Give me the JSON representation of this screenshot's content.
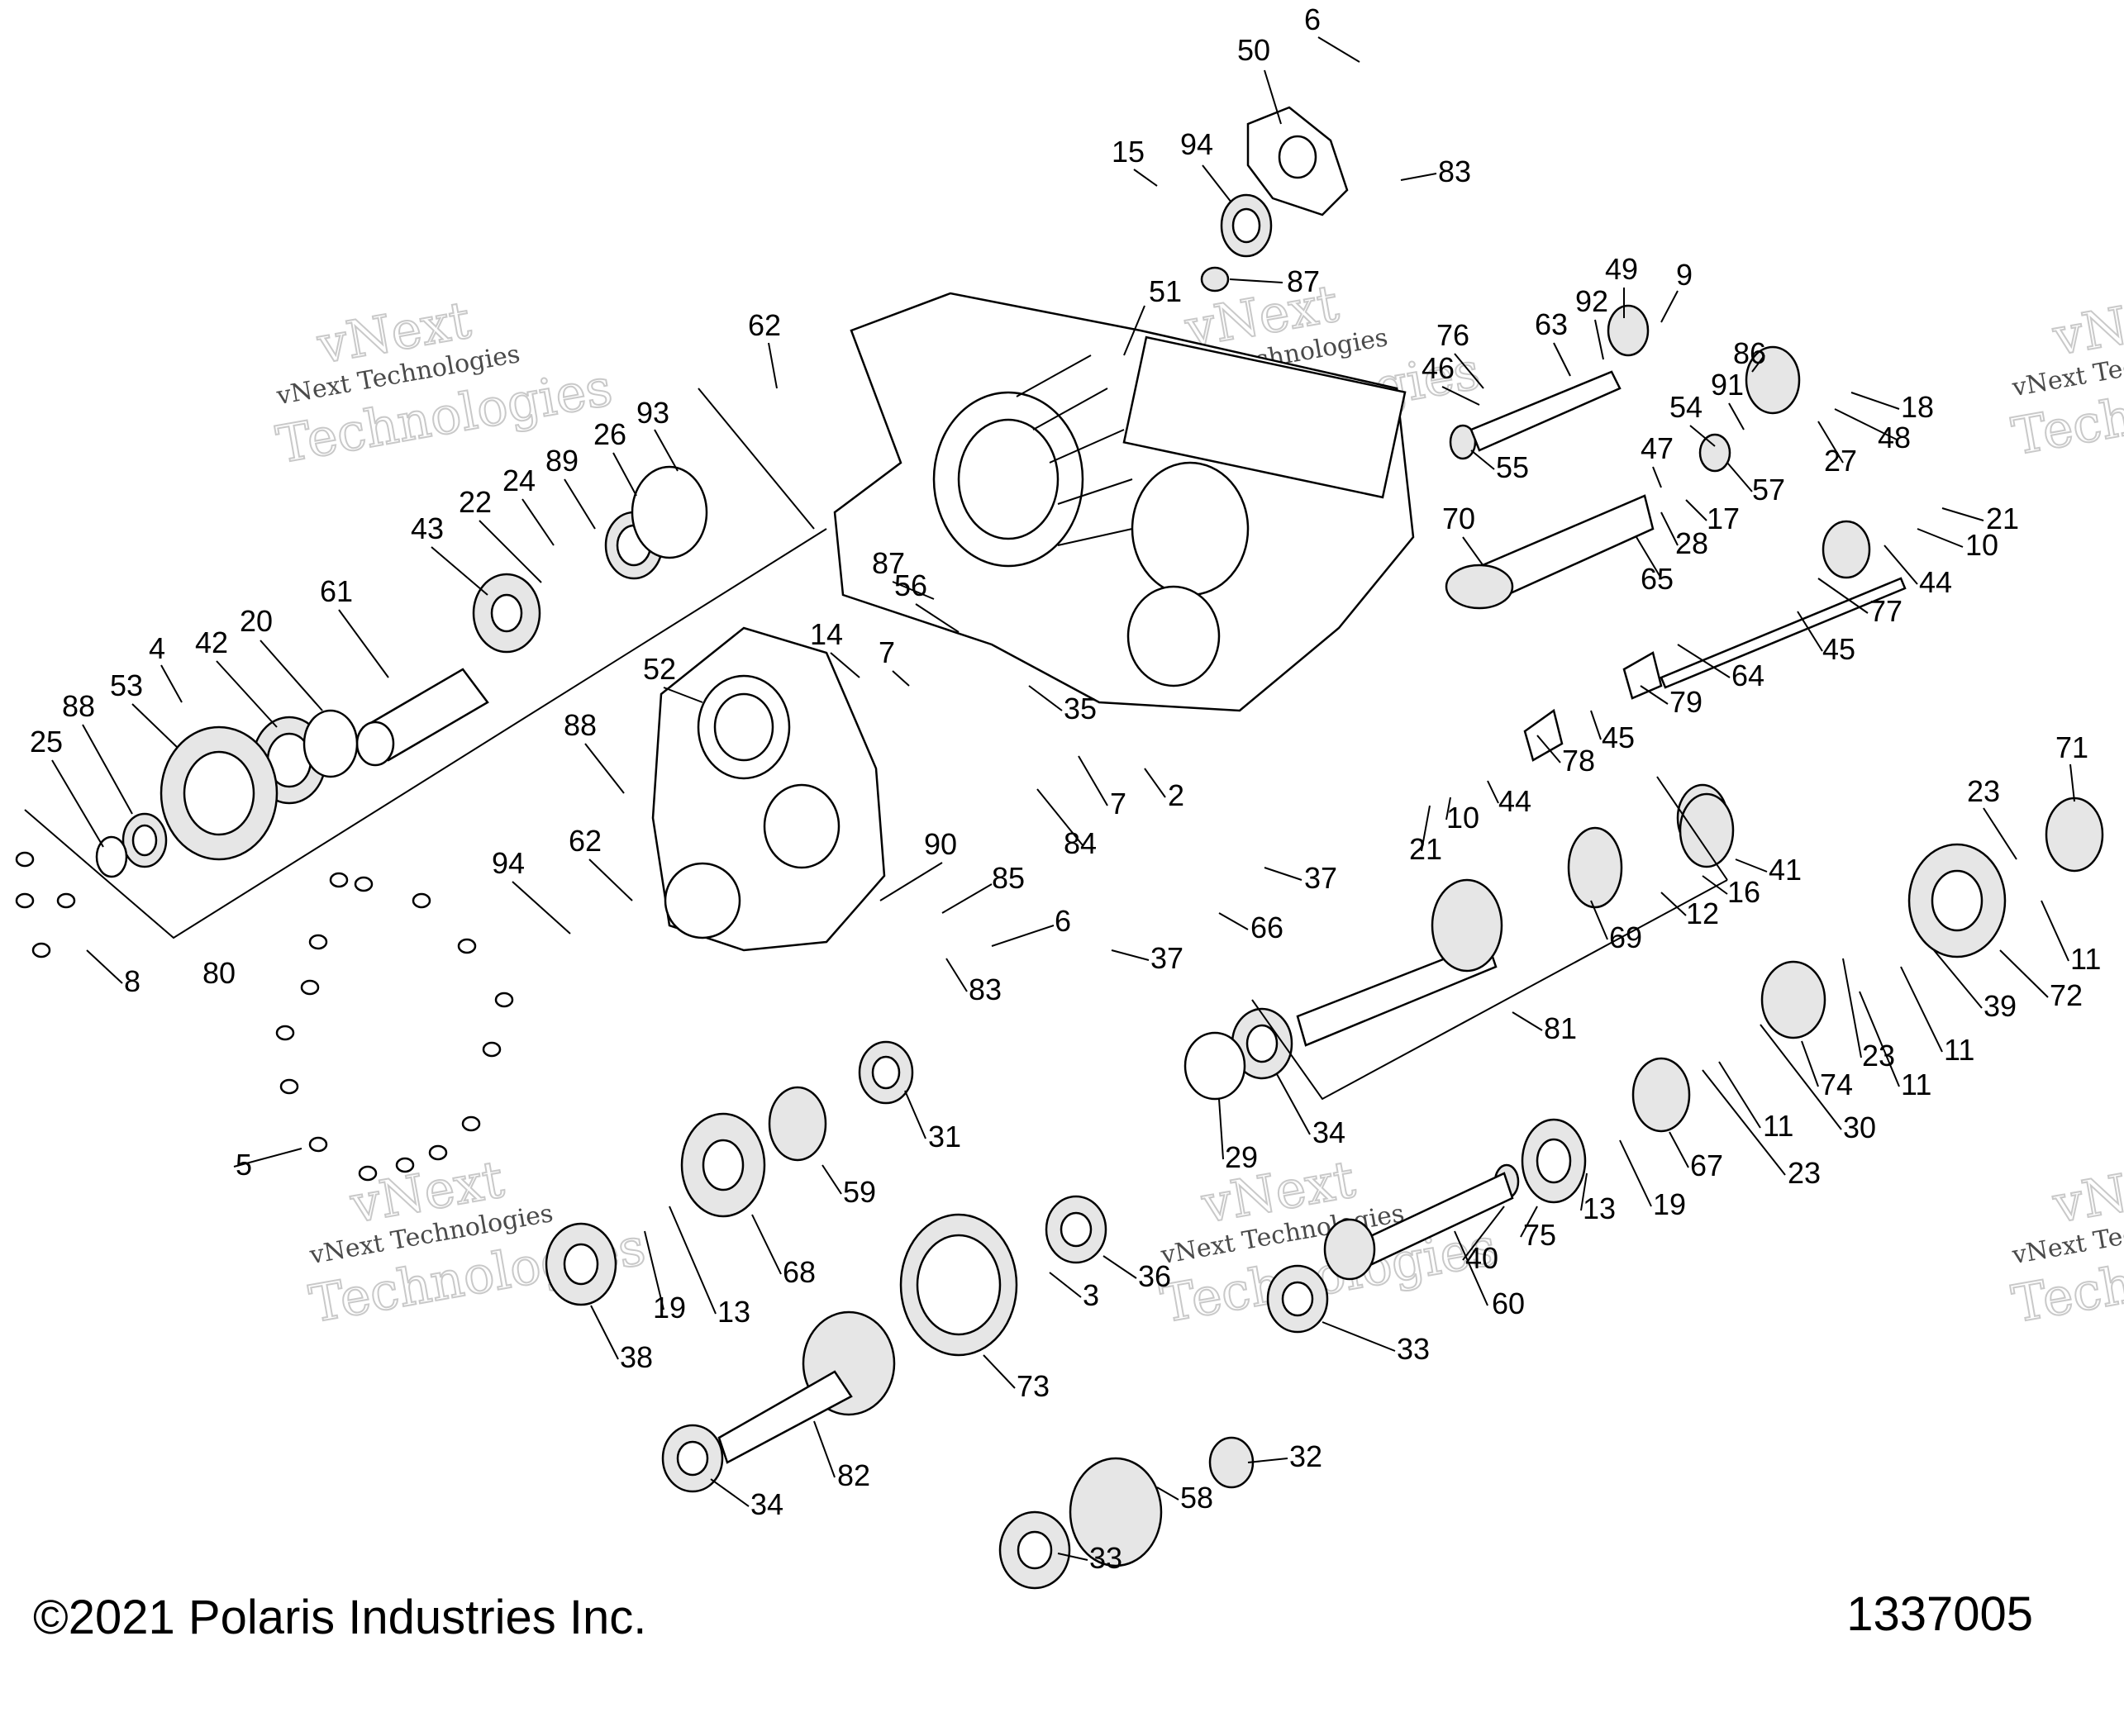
{
  "watermark": {
    "line1": "vNext",
    "line2": "vNext Technologies",
    "line3": "Technologies"
  },
  "footer": {
    "copyright": "©2021 Polaris Industries Inc.",
    "drawing_number": "1337005"
  },
  "callouts": [
    {
      "id": "c6a",
      "label": "6"
    },
    {
      "id": "c50",
      "label": "50"
    },
    {
      "id": "c15",
      "label": "15"
    },
    {
      "id": "c94a",
      "label": "94"
    },
    {
      "id": "c83a",
      "label": "83"
    },
    {
      "id": "c87a",
      "label": "87"
    },
    {
      "id": "c62a",
      "label": "62"
    },
    {
      "id": "c51",
      "label": "51"
    },
    {
      "id": "c93",
      "label": "93"
    },
    {
      "id": "c26",
      "label": "26"
    },
    {
      "id": "c89",
      "label": "89"
    },
    {
      "id": "c24",
      "label": "24"
    },
    {
      "id": "c22",
      "label": "22"
    },
    {
      "id": "c43",
      "label": "43"
    },
    {
      "id": "c61",
      "label": "61"
    },
    {
      "id": "c20",
      "label": "20"
    },
    {
      "id": "c42",
      "label": "42"
    },
    {
      "id": "c4",
      "label": "4"
    },
    {
      "id": "c53",
      "label": "53"
    },
    {
      "id": "c88a",
      "label": "88"
    },
    {
      "id": "c25",
      "label": "25"
    },
    {
      "id": "c87b",
      "label": "87"
    },
    {
      "id": "c56",
      "label": "56"
    },
    {
      "id": "c7a",
      "label": "7"
    },
    {
      "id": "c14",
      "label": "14"
    },
    {
      "id": "c52",
      "label": "52"
    },
    {
      "id": "c35",
      "label": "35"
    },
    {
      "id": "c88b",
      "label": "88"
    },
    {
      "id": "c2",
      "label": "2"
    },
    {
      "id": "c7b",
      "label": "7"
    },
    {
      "id": "c84",
      "label": "84"
    },
    {
      "id": "c62b",
      "label": "62"
    },
    {
      "id": "c94b",
      "label": "94"
    },
    {
      "id": "c90",
      "label": "90"
    },
    {
      "id": "c85",
      "label": "85"
    },
    {
      "id": "c6b",
      "label": "6"
    },
    {
      "id": "c83b",
      "label": "83"
    },
    {
      "id": "c8",
      "label": "8"
    },
    {
      "id": "c80",
      "label": "80"
    },
    {
      "id": "c5",
      "label": "5"
    },
    {
      "id": "c76",
      "label": "76"
    },
    {
      "id": "c46",
      "label": "46"
    },
    {
      "id": "c63",
      "label": "63"
    },
    {
      "id": "c92",
      "label": "92"
    },
    {
      "id": "c49",
      "label": "49"
    },
    {
      "id": "c9",
      "label": "9"
    },
    {
      "id": "c55",
      "label": "55"
    },
    {
      "id": "c86",
      "label": "86"
    },
    {
      "id": "c54",
      "label": "54"
    },
    {
      "id": "c91",
      "label": "91"
    },
    {
      "id": "c18",
      "label": "18"
    },
    {
      "id": "c48",
      "label": "48"
    },
    {
      "id": "c27",
      "label": "27"
    },
    {
      "id": "c57",
      "label": "57"
    },
    {
      "id": "c47",
      "label": "47"
    },
    {
      "id": "c17",
      "label": "17"
    },
    {
      "id": "c28",
      "label": "28"
    },
    {
      "id": "c70",
      "label": "70"
    },
    {
      "id": "c65",
      "label": "65"
    },
    {
      "id": "c21a",
      "label": "21"
    },
    {
      "id": "c10a",
      "label": "10"
    },
    {
      "id": "c44a",
      "label": "44"
    },
    {
      "id": "c77",
      "label": "77"
    },
    {
      "id": "c45a",
      "label": "45"
    },
    {
      "id": "c64",
      "label": "64"
    },
    {
      "id": "c79",
      "label": "79"
    },
    {
      "id": "c45b",
      "label": "45"
    },
    {
      "id": "c78",
      "label": "78"
    },
    {
      "id": "c44b",
      "label": "44"
    },
    {
      "id": "c10b",
      "label": "10"
    },
    {
      "id": "c21b",
      "label": "21"
    },
    {
      "id": "c37a",
      "label": "37"
    },
    {
      "id": "c66",
      "label": "66"
    },
    {
      "id": "c37b",
      "label": "37"
    },
    {
      "id": "c41",
      "label": "41"
    },
    {
      "id": "c16",
      "label": "16"
    },
    {
      "id": "c12",
      "label": "12"
    },
    {
      "id": "c69",
      "label": "69"
    },
    {
      "id": "c81",
      "label": "81"
    },
    {
      "id": "c34a",
      "label": "34"
    },
    {
      "id": "c29",
      "label": "29"
    },
    {
      "id": "c71",
      "label": "71"
    },
    {
      "id": "c23a",
      "label": "23"
    },
    {
      "id": "c11a",
      "label": "11"
    },
    {
      "id": "c72",
      "label": "72"
    },
    {
      "id": "c39",
      "label": "39"
    },
    {
      "id": "c11b",
      "label": "11"
    },
    {
      "id": "c23b",
      "label": "23"
    },
    {
      "id": "c74",
      "label": "74"
    },
    {
      "id": "c11c",
      "label": "11"
    },
    {
      "id": "c30",
      "label": "30"
    },
    {
      "id": "c11d",
      "label": "11"
    },
    {
      "id": "c67",
      "label": "67"
    },
    {
      "id": "c23c",
      "label": "23"
    },
    {
      "id": "c19a",
      "label": "19"
    },
    {
      "id": "c13a",
      "label": "13"
    },
    {
      "id": "c75",
      "label": "75"
    },
    {
      "id": "c40",
      "label": "40"
    },
    {
      "id": "c60",
      "label": "60"
    },
    {
      "id": "c33a",
      "label": "33"
    },
    {
      "id": "c31",
      "label": "31"
    },
    {
      "id": "c59",
      "label": "59"
    },
    {
      "id": "c68",
      "label": "68"
    },
    {
      "id": "c13b",
      "label": "13"
    },
    {
      "id": "c19b",
      "label": "19"
    },
    {
      "id": "c38",
      "label": "38"
    },
    {
      "id": "c36",
      "label": "36"
    },
    {
      "id": "c3",
      "label": "3"
    },
    {
      "id": "c73",
      "label": "73"
    },
    {
      "id": "c82",
      "label": "82"
    },
    {
      "id": "c34b",
      "label": "34"
    },
    {
      "id": "c32",
      "label": "32"
    },
    {
      "id": "c58",
      "label": "58"
    },
    {
      "id": "c33b",
      "label": "33"
    }
  ]
}
